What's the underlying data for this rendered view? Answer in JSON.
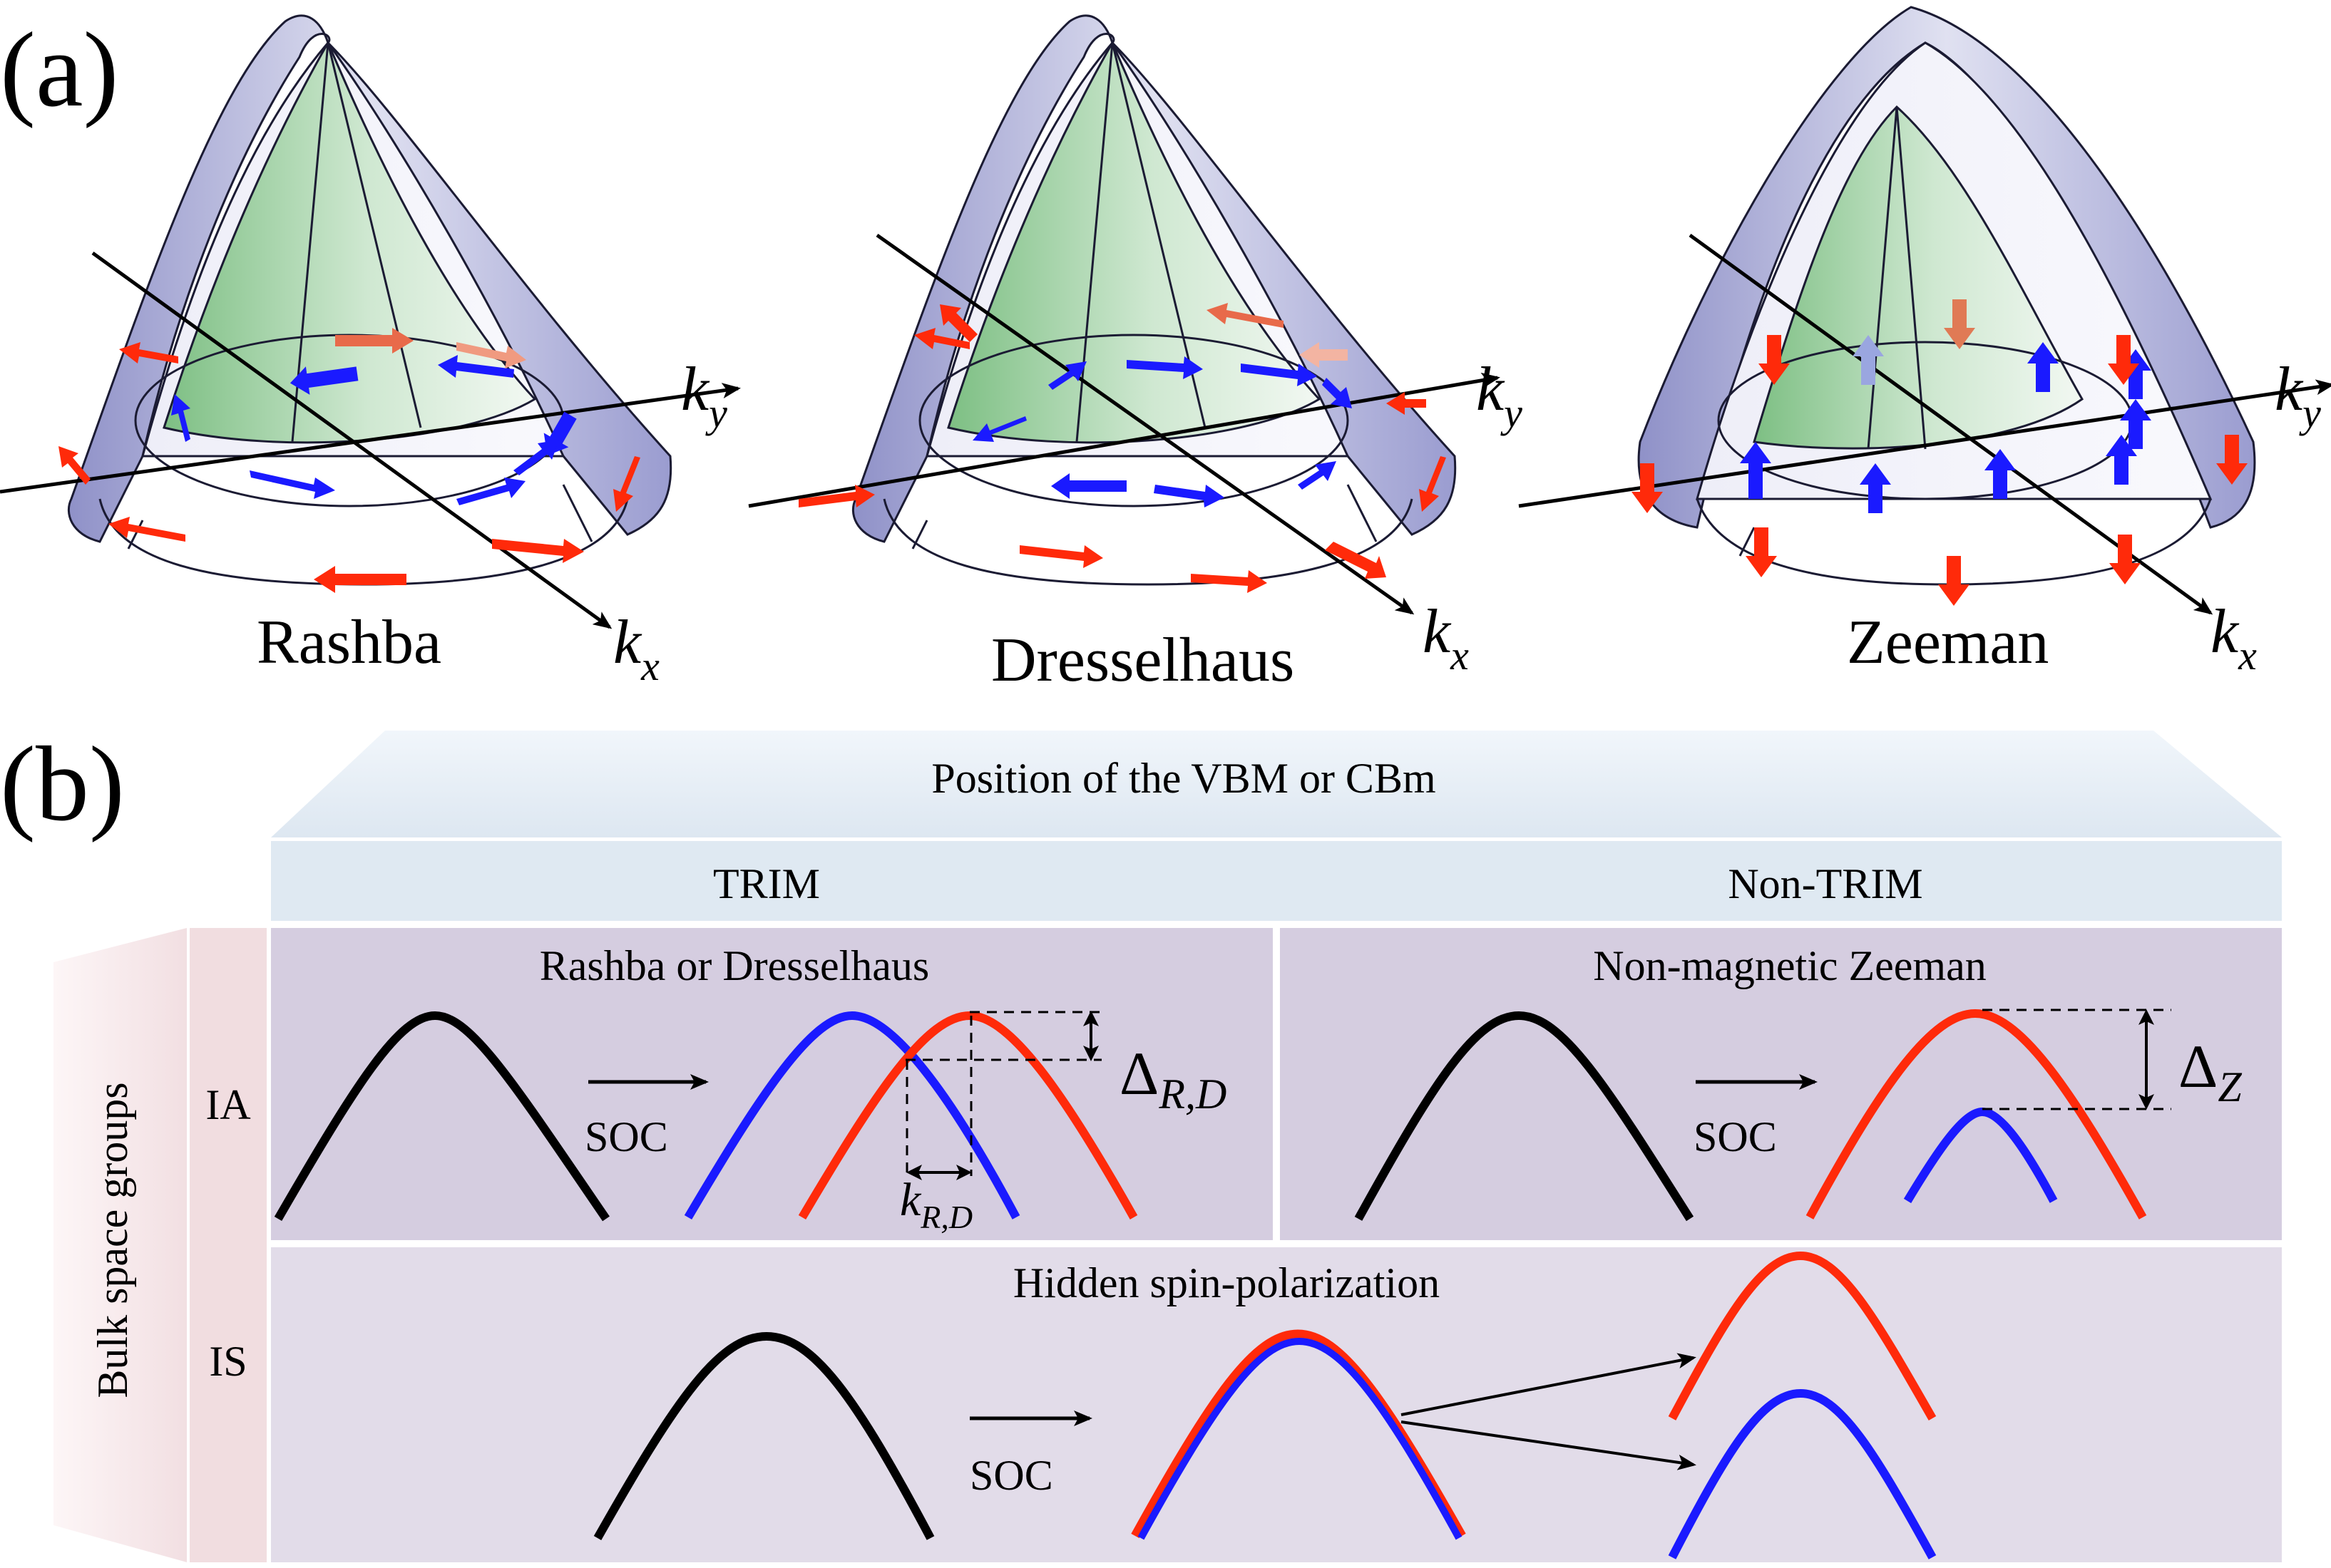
{
  "panel_a": {
    "label": "(a)",
    "axis_x": "k",
    "axis_x_sub": "x",
    "axis_y": "k",
    "axis_y_sub": "y",
    "plots": [
      {
        "title": "Rashba",
        "inner_spin": "blue-counterclockwise",
        "outer_spin": "red-clockwise"
      },
      {
        "title": "Dresselhaus",
        "inner_spin": "blue-mixed",
        "outer_spin": "red-mixed"
      },
      {
        "title": "Zeeman",
        "inner_spin": "blue-up",
        "outer_spin": "red-down"
      }
    ]
  },
  "panel_b": {
    "label": "(b)",
    "header_title": "Position of the VBM or CBm",
    "col_trim": "TRIM",
    "col_nontrim": "Non-TRIM",
    "side_title": "Bulk space groups",
    "row_ia": "IA",
    "row_is": "IS",
    "cell_rashba_title": "Rashba or Dresselhaus",
    "cell_zeeman_title": "Non-magnetic Zeeman",
    "cell_hidden_title": "Hidden spin-polarization",
    "soc_label": "SOC",
    "delta_symbol": "Δ",
    "delta_rd_sub": "R,D",
    "k_symbol": "k",
    "k_rd_sub": "R,D",
    "delta_z_sub": "Z"
  },
  "colors": {
    "spin_up": "#1a1aff",
    "spin_down": "#ff2a0a",
    "band": "#000000",
    "header_bg": "#e6eef6",
    "cell_bg_ia": "#d5cde0",
    "cell_bg_is": "#e2dce9",
    "side_bg": "#f6e8ea"
  }
}
